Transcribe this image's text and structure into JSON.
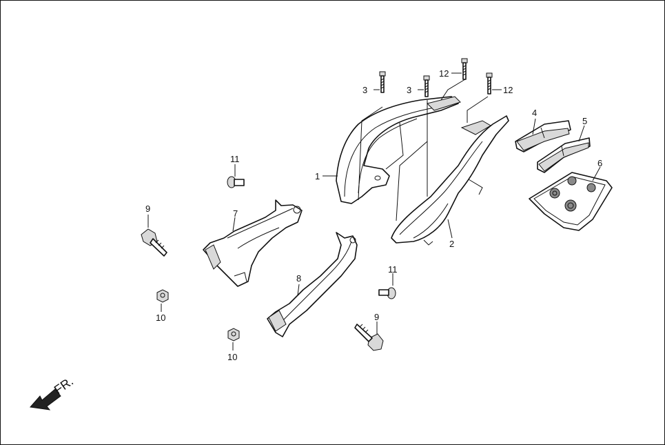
{
  "parts": [
    {
      "id": "callout-1",
      "label": "1"
    },
    {
      "id": "callout-2",
      "label": "2"
    },
    {
      "id": "callout-3a",
      "label": "3"
    },
    {
      "id": "callout-3b",
      "label": "3"
    },
    {
      "id": "callout-4",
      "label": "4"
    },
    {
      "id": "callout-5",
      "label": "5"
    },
    {
      "id": "callout-6",
      "label": "6"
    },
    {
      "id": "callout-7",
      "label": "7"
    },
    {
      "id": "callout-8",
      "label": "8"
    },
    {
      "id": "callout-9a",
      "label": "9"
    },
    {
      "id": "callout-9b",
      "label": "9"
    },
    {
      "id": "callout-10a",
      "label": "10"
    },
    {
      "id": "callout-10b",
      "label": "10"
    },
    {
      "id": "callout-11a",
      "label": "11"
    },
    {
      "id": "callout-11b",
      "label": "11"
    },
    {
      "id": "callout-12a",
      "label": "12"
    },
    {
      "id": "callout-12b",
      "label": "12"
    }
  ],
  "direction_label": "FR."
}
